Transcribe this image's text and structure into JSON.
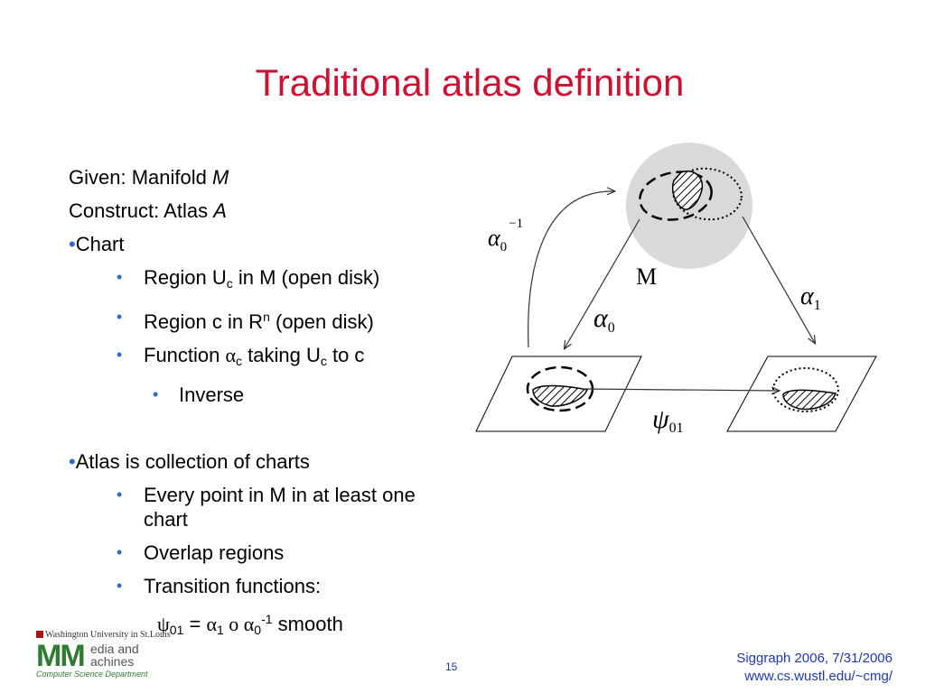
{
  "slide": {
    "title": "Traditional atlas definition",
    "page_number": "15"
  },
  "content": {
    "given_prefix": "Given: Manifold ",
    "given_var": "M",
    "construct_prefix": "Construct: Atlas ",
    "construct_var": "A",
    "bullet_char": "•",
    "chart": {
      "label": "Chart",
      "sub": {
        "region_uc_pre": "Region U",
        "region_uc_sub": "c",
        "region_uc_post": " in M (open disk)",
        "region_c_pre": "Region c in R",
        "region_c_sup": "n",
        "region_c_post": " (open disk)",
        "function_pre": "Function ",
        "function_alpha": "α",
        "function_alpha_sub": "c",
        "function_mid": " taking U",
        "function_u_sub": "c",
        "function_post": " to c",
        "inverse": "Inverse"
      }
    },
    "atlas": {
      "label": "Atlas is collection of charts",
      "sub": {
        "every_point": "Every point in M in at least one chart",
        "overlap": "Overlap regions",
        "transition": "Transition functions:"
      },
      "formula": {
        "psi": "ψ",
        "psi_sub": "01",
        "equals": " = ",
        "alpha1": "α",
        "alpha1_sub": "1",
        "compose": " o ",
        "alpha0": "α",
        "alpha0_sub": "0",
        "alpha0_sup": "-1",
        "smooth": " smooth"
      }
    }
  },
  "diagram": {
    "manifold_label": "M",
    "alpha0_inv": {
      "symbol": "α",
      "sub": "0",
      "sup": "−1"
    },
    "alpha0": {
      "symbol": "α",
      "sub": "0"
    },
    "alpha1": {
      "symbol": "α",
      "sub": "1"
    },
    "psi01": {
      "symbol": "ψ",
      "sub": "01"
    }
  },
  "footer": {
    "line1": "Siggraph 2006, 7/31/2006",
    "line2": "www.cs.wustl.edu/~cmg/"
  },
  "logo": {
    "university": "Washington University in St.Louis",
    "mm": "MM",
    "line1": "edia and",
    "line2": "achines",
    "department": "Computer Science Department"
  }
}
